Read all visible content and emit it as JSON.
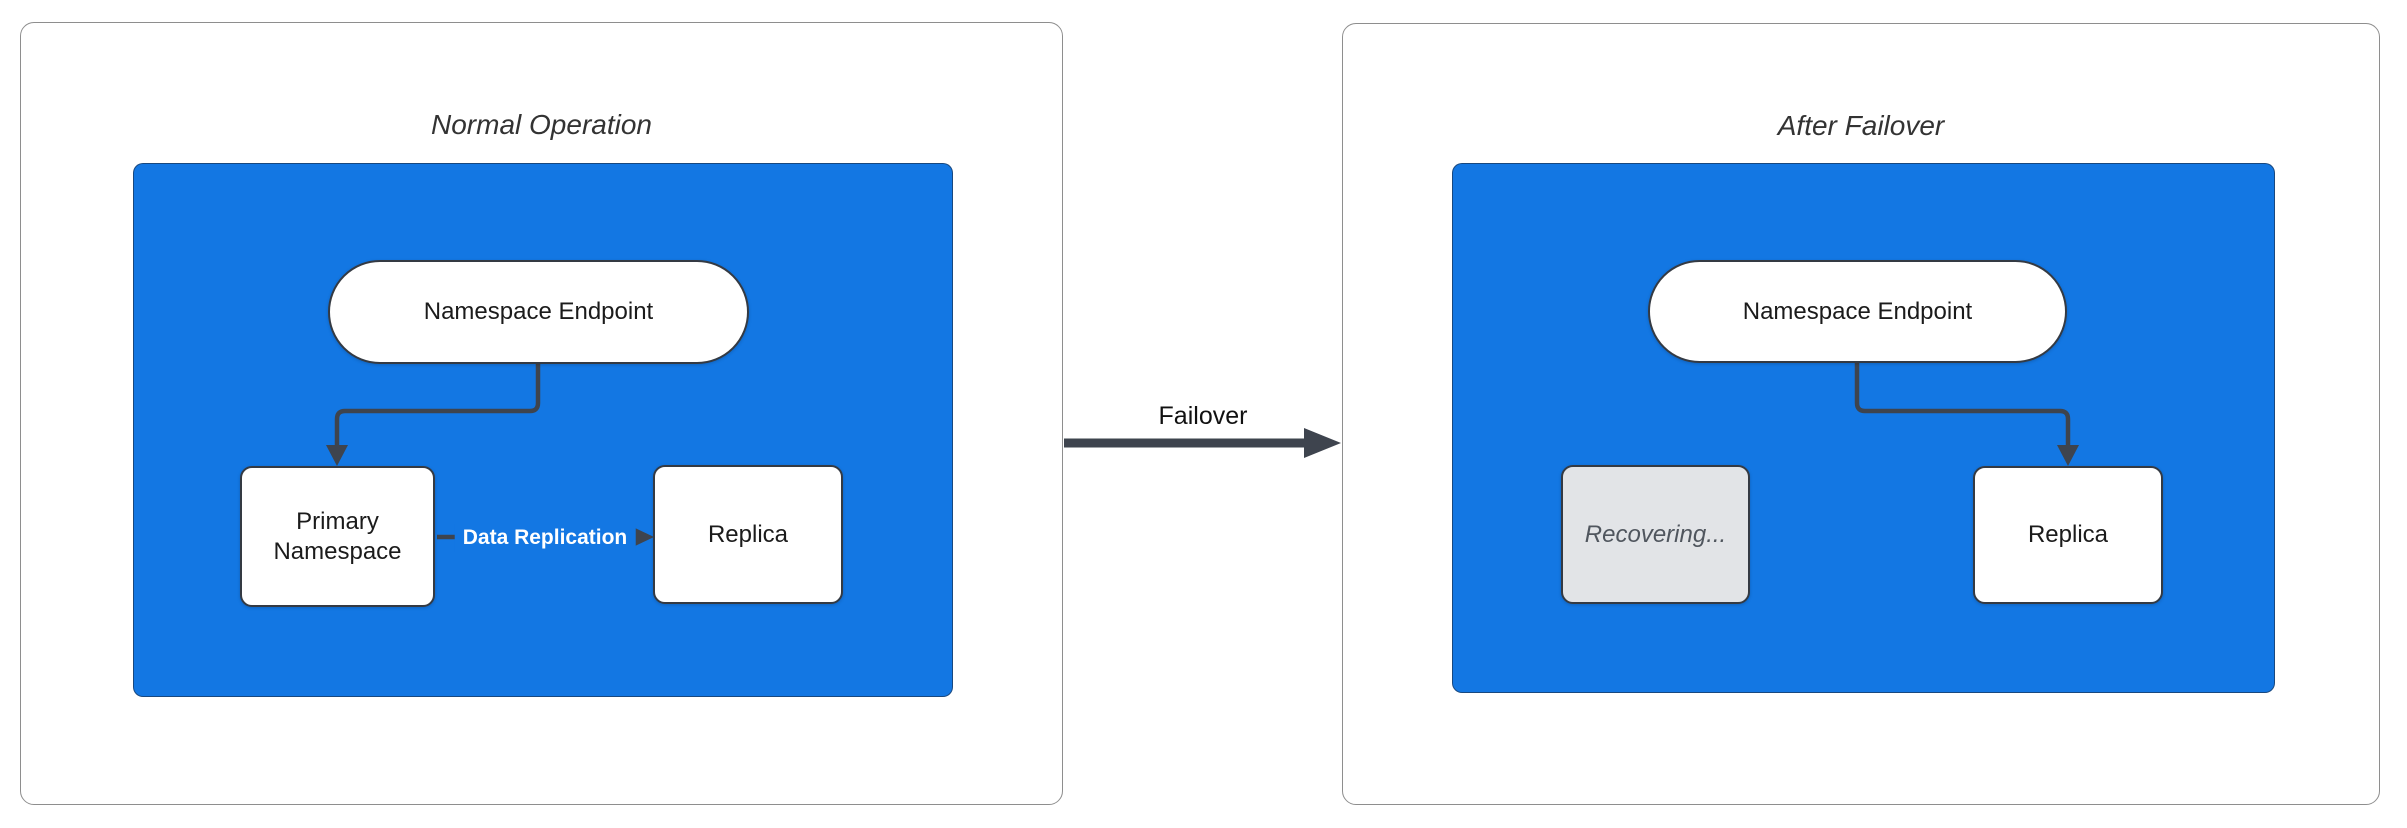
{
  "diagram": {
    "type": "state-transition diagram (namespace failover)",
    "panels": {
      "left": {
        "title": "Normal Operation",
        "nodes": {
          "endpoint": "Namespace Endpoint",
          "primary": "Primary Namespace",
          "replica": "Replica"
        },
        "edges": {
          "endpoint_to_primary": "",
          "replication_label": "Data Replication"
        }
      },
      "right": {
        "title": "After Failover",
        "nodes": {
          "endpoint": "Namespace Endpoint",
          "recovering": "Recovering...",
          "replica": "Replica"
        },
        "edges": {
          "endpoint_to_replica": ""
        }
      }
    },
    "transition": {
      "label": "Failover"
    },
    "colors": {
      "blue_fill": "#1377e3",
      "node_fill": "#ffffff",
      "node_border": "#343a43",
      "recovering_fill": "#e2e4e7",
      "recovering_text": "#50565e",
      "arrow": "#3e444e",
      "panel_border": "#8e8e8e",
      "title_text": "#333333",
      "node_text": "#1b1b1b",
      "edge_label_text": "#ffffff"
    }
  }
}
